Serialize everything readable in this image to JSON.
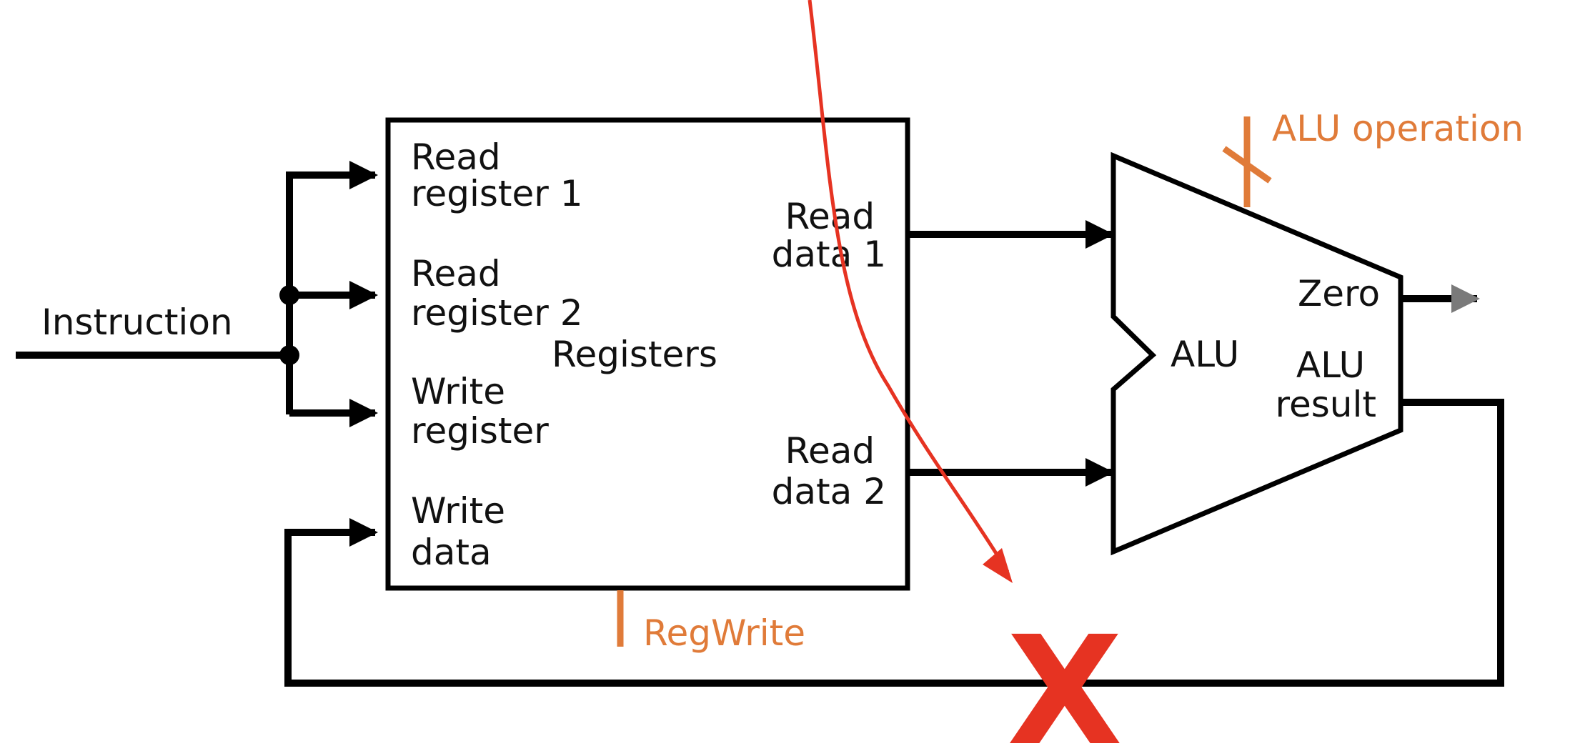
{
  "diagram": {
    "input": {
      "label": "Instruction"
    },
    "registers": {
      "name": "Registers",
      "read_register_1": [
        "Read",
        "register 1"
      ],
      "read_register_2": [
        "Read",
        "register 2"
      ],
      "write_register": [
        "Write",
        "register"
      ],
      "write_data": [
        "Write",
        "data"
      ],
      "read_data_1": [
        "Read",
        "data 1"
      ],
      "read_data_2": [
        "Read",
        "data 2"
      ],
      "control": "RegWrite"
    },
    "alu": {
      "name": "ALU",
      "control": "ALU operation",
      "zero": "Zero",
      "result": [
        "ALU",
        "result"
      ]
    },
    "annotation": {
      "cross_mark": "X"
    },
    "colors": {
      "wire": "#000000",
      "control": "#e07b39",
      "zero": "#7a7a7a",
      "annotation": "#e63322"
    }
  }
}
